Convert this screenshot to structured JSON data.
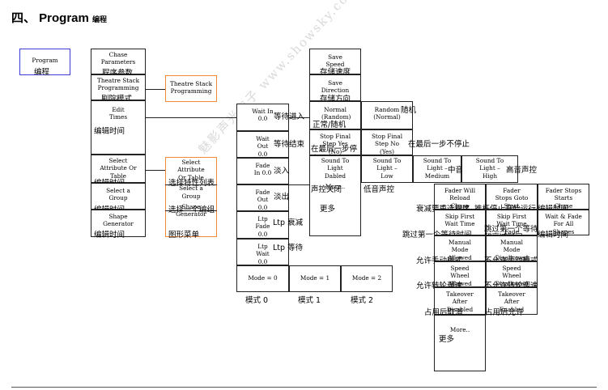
{
  "title": {
    "main": "四、  Program",
    "sub": "编程"
  },
  "watermark": "魅影声光电子 www.showsky.com",
  "nodes": {
    "program": {
      "en": "Program",
      "zh": "编程"
    },
    "chase_params": {
      "en": "Chase Parameters",
      "zh": "程序参数"
    },
    "theatre_stack": {
      "en": "Theatre Stack Programming",
      "zh": "剧院模式"
    },
    "theatre_stack_prog": {
      "en": "Theatre Stack Programming"
    },
    "edit_times": {
      "en": "Edit Times",
      "zh": "编辑时间"
    },
    "select_attr": {
      "en": "Select Attribute Or Table",
      "zh": "编辑时间"
    },
    "select_attr2": {
      "en": "Select Attribute Or Table",
      "zh": "选择特性列表"
    },
    "select_group": {
      "en": "Select a Group",
      "zh": "编辑时间"
    },
    "select_group2": {
      "en": "Select a Group",
      "zh": "选择一个编组"
    },
    "shape_gen": {
      "en": "Shape Generator",
      "zh": "编辑时间"
    },
    "shape_gen2": {
      "en": "Shape Generator",
      "zh": "图形菜单"
    },
    "wait_in": {
      "en": "Wait In 0.0",
      "zh": "等待进入"
    },
    "wait_out": {
      "en": "Wait Out 0.0",
      "zh": "等待结束"
    },
    "fade_in": {
      "en": "Fade In 0.0",
      "zh": "淡入"
    },
    "fade_out": {
      "en": "Fade Out 0.0",
      "zh": "淡出"
    },
    "ltp_fade": {
      "en": "Ltp Fade 0.0",
      "zh": "Ltp 衰减"
    },
    "ltp_wait": {
      "en": "Ltp Wait 0.0",
      "zh": "Ltp 等待"
    },
    "mode0": {
      "en": "Mode = 0",
      "zh": "模式 0"
    },
    "mode1": {
      "en": "Mode = 1",
      "zh": "模式 1"
    },
    "mode2": {
      "en": "Mode = 2",
      "zh": "模式 2"
    },
    "save_speed": {
      "en": "Save Speed",
      "zh": "存储速度"
    },
    "save_direction": {
      "en": "Save Direction",
      "zh": "存储方向"
    },
    "normal": {
      "en": "Normal (Random)",
      "zh": "正常/随机"
    },
    "random": {
      "en": "Random (Normal)",
      "zh": "随机"
    },
    "stop_final_yes": {
      "en": "Stop Final Step Yes (No)",
      "zh": "在最后一步停止是/否"
    },
    "stop_final_no": {
      "en": "Stop Final Step No (Yes)",
      "zh": "在最后一步不停止"
    },
    "sound_dabled": {
      "en": "Sound To Light Dabled",
      "zh": "声控关闭"
    },
    "sound_low": {
      "en": "Sound To Light – Low",
      "zh": "低音声控"
    },
    "sound_medium": {
      "en": "Sound To Light – Medium",
      "zh": "中音声控"
    },
    "sound_high": {
      "en": "Sound To Light –High",
      "zh": "高音声控"
    },
    "more1": {
      "en": "More..",
      "zh": "更多"
    },
    "fader_reload": {
      "en": "Fader Will Reload Chase",
      "zh": "衰减要重选程序"
    },
    "fader_goto": {
      "en": "Fader Stops Goto Start",
      "zh": "推杆停止开始运行"
    },
    "fader_starts": {
      "en": "Fader Stops Starts Chase",
      "zh": "编辑时间"
    },
    "skip_first_time": {
      "en": "Skip First Wait Time",
      "zh": "跳过第一个等待时间"
    },
    "skip_first_fade": {
      "en": "Skip First Wait Time Fade",
      "zh": "跳过第一个等待和衰减时间"
    },
    "wait_fade_all": {
      "en": "Wait & Fade For All Shapes",
      "zh": "编辑时间"
    },
    "manual_allowed": {
      "en": "Manual Mode Allowed",
      "zh": "允许手动模式"
    },
    "manual_disallowed": {
      "en": "Manual Mode Disallowed",
      "zh": "不允许手动模式"
    },
    "speed_allowed": {
      "en": "Speed Wheel Allowed",
      "zh": "允许转轮调速"
    },
    "speed_disallowed": {
      "en": "Speed Wheel Disallowed",
      "zh": "不允许转轮调速"
    },
    "takeover_disabled": {
      "en": "Takeover After Disabled",
      "zh": "占用后取消"
    },
    "takeover_enabled": {
      "en": "Takeover After Enabled",
      "zh": "占用后允许"
    },
    "more2": {
      "en": "More..",
      "zh": "更多"
    }
  }
}
